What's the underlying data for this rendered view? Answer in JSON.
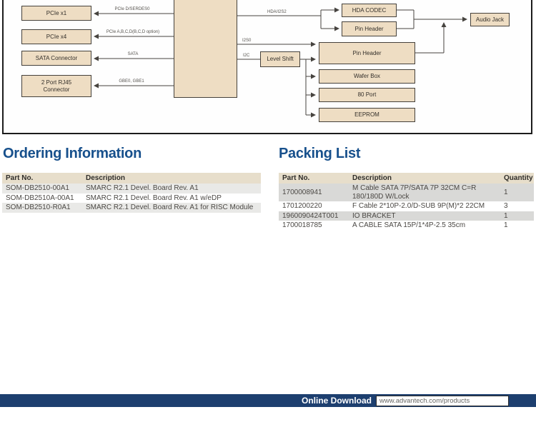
{
  "diagram": {
    "boxes": {
      "pcie_x1": "PCIe x1",
      "pcie_x4": "PCIe x4",
      "sata_connector": "SATA Connector",
      "rj45_connector": "2 Port RJ45 Connector",
      "level_shift": "Level Shift",
      "hda_codec": "HDA CODEC",
      "pin_header_audio": "Pin Header",
      "audio_jack": "Audio Jack",
      "pin_header_main": "Pin Header",
      "wafer_box": "Wafer Box",
      "port_80": "80 Port",
      "eeprom": "EEPROM"
    },
    "bus_labels": {
      "pcie_d": "PCIe D/SERDES0",
      "pcie_abcd": "PCIe A,B,C,D(B,C,D option)",
      "sata": "SATA",
      "gbe": "GBE0, GBE1",
      "hda": "HDA/I2S2",
      "i2s0": "I2S0",
      "i2c": "I2C"
    }
  },
  "ordering": {
    "title": "Ordering Information",
    "headers": [
      "Part No.",
      "Description"
    ],
    "rows": [
      [
        "SOM-DB2510-00A1",
        "SMARC R2.1 Devel. Board Rev. A1"
      ],
      [
        "SOM-DB2510A-00A1",
        "SMARC R2.1 Devel. Board Rev. A1 w/eDP"
      ],
      [
        "SOM-DB2510-R0A1",
        "SMARC R2.1 Devel. Board Rev. A1 for RISC Module"
      ]
    ]
  },
  "packing": {
    "title": "Packing List",
    "headers": [
      "Part No.",
      "Description",
      "Quantity"
    ],
    "rows": [
      [
        "1700008941",
        "M Cable SATA 7P/SATA 7P 32CM C=R 180/180D W/Lock",
        "1"
      ],
      [
        "1701200220",
        "F Cable 2*10P-2.0/D-SUB 9P(M)*2 22CM",
        "3"
      ],
      [
        "1960090424T001",
        "IO BRACKET",
        "1"
      ],
      [
        "1700018785",
        "A CABLE SATA 15P/1*4P-2.5 35cm",
        "1"
      ]
    ]
  },
  "footer": {
    "label": "Online Download",
    "url": "www.advantech.com/products"
  },
  "colors": {
    "accent_blue": "#17508c",
    "footer_navy": "#1d3f6f",
    "box_fill_tan": "#eeddc3",
    "table_header_tan": "#e7decb"
  }
}
